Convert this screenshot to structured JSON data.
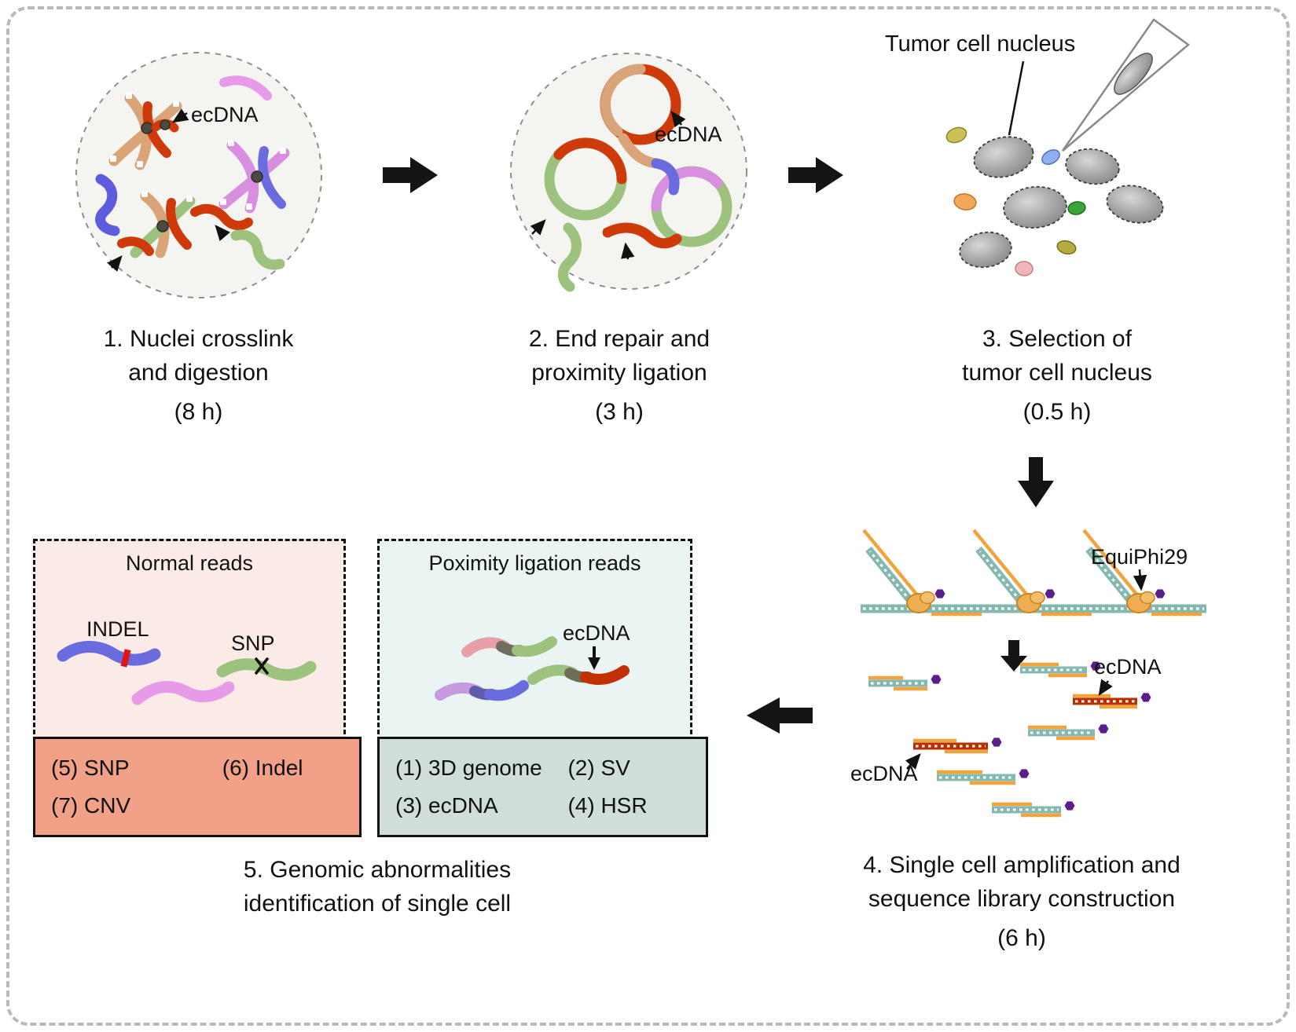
{
  "palette": {
    "accent_red": "#cf3a0a",
    "chromosome_tan": "#d9a478",
    "chromosome_violet": "#d98fe0",
    "chromosome_blue": "#6b6be0",
    "chromosome_green": "#9cc27e",
    "dna_teal": "#85b8b0",
    "primer_orange": "#f2a33c",
    "hexagon_purple": "#5c1e8a",
    "normal_box_bg": "#fbebe7",
    "normal_items_bg": "#f0a188",
    "ligation_box_bg": "#eaf4f3",
    "ligation_items_bg": "#cfdeda"
  },
  "step1": {
    "ecdna_label": "ecDNA",
    "caption": [
      "1. Nuclei crosslink",
      "and digestion",
      "(8 h)"
    ]
  },
  "step2": {
    "ecdna_label": "ecDNA",
    "caption": [
      "2. End repair and",
      "proximity ligation",
      "(3 h)"
    ]
  },
  "step3": {
    "pointer_label": "Tumor cell nucleus",
    "caption": [
      "3. Selection of",
      "tumor cell nucleus",
      "(0.5 h)"
    ]
  },
  "step4": {
    "enzyme_label": "EquiPhi29",
    "ecdna_label_right": "ecDNA",
    "ecdna_label_left": "ecDNA",
    "caption": [
      "4. Single cell amplification and",
      "sequence library construction",
      "(6 h)"
    ]
  },
  "step5": {
    "caption": [
      "5. Genomic abnormalities",
      "identification of single cell"
    ],
    "normal": {
      "title": "Normal reads",
      "indel_label": "INDEL",
      "snp_label": "SNP",
      "items": [
        "(5) SNP",
        "(6) Indel",
        "(7) CNV"
      ]
    },
    "ligation": {
      "title": "Poximity ligation reads",
      "ecdna_label": "ecDNA",
      "items": [
        "(1) 3D genome",
        "(2) SV",
        "(3) ecDNA",
        "(4) HSR"
      ]
    }
  }
}
